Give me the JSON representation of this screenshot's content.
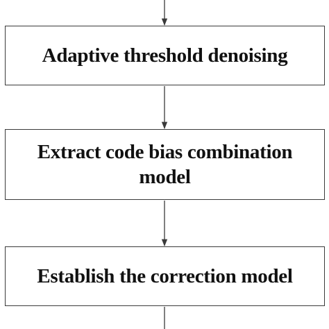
{
  "steps": [
    {
      "lines": [
        "Adaptive threshold denoising"
      ]
    },
    {
      "lines": [
        "Extract code bias combination",
        "model"
      ]
    },
    {
      "lines": [
        "Establish the correction model"
      ]
    }
  ],
  "colors": {
    "border": "#3a3a3a",
    "text": "#111111",
    "arrow": "#3a3a3a",
    "background": "#ffffff"
  }
}
